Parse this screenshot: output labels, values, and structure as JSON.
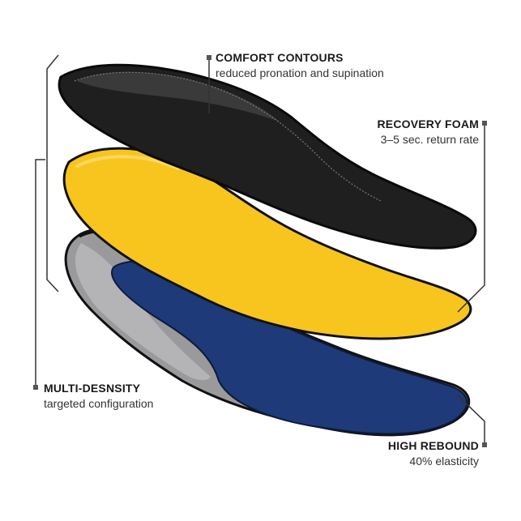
{
  "callouts": {
    "comfort_contours": {
      "title": "COMFORT CONTOURS",
      "subtitle": "reduced pronation and supination"
    },
    "recovery_foam": {
      "title": "RECOVERY FOAM",
      "subtitle": "3–5 sec. return rate"
    },
    "multi_density": {
      "title": "MULTI-DESNSITY",
      "subtitle": "targeted configuration"
    },
    "high_rebound": {
      "title": "HIGH REBOUND",
      "subtitle": "40% elasticity"
    }
  },
  "layers": [
    {
      "name": "top-layer",
      "color": "#1f1f1f"
    },
    {
      "name": "middle-layer",
      "color": "#f7c51e"
    },
    {
      "name": "base-shell",
      "color": "#9a9a9c"
    },
    {
      "name": "base-pad",
      "color": "#1e3a78"
    }
  ],
  "colors": {
    "line": "#333333",
    "marker": "#555555",
    "outline": "#111111"
  }
}
